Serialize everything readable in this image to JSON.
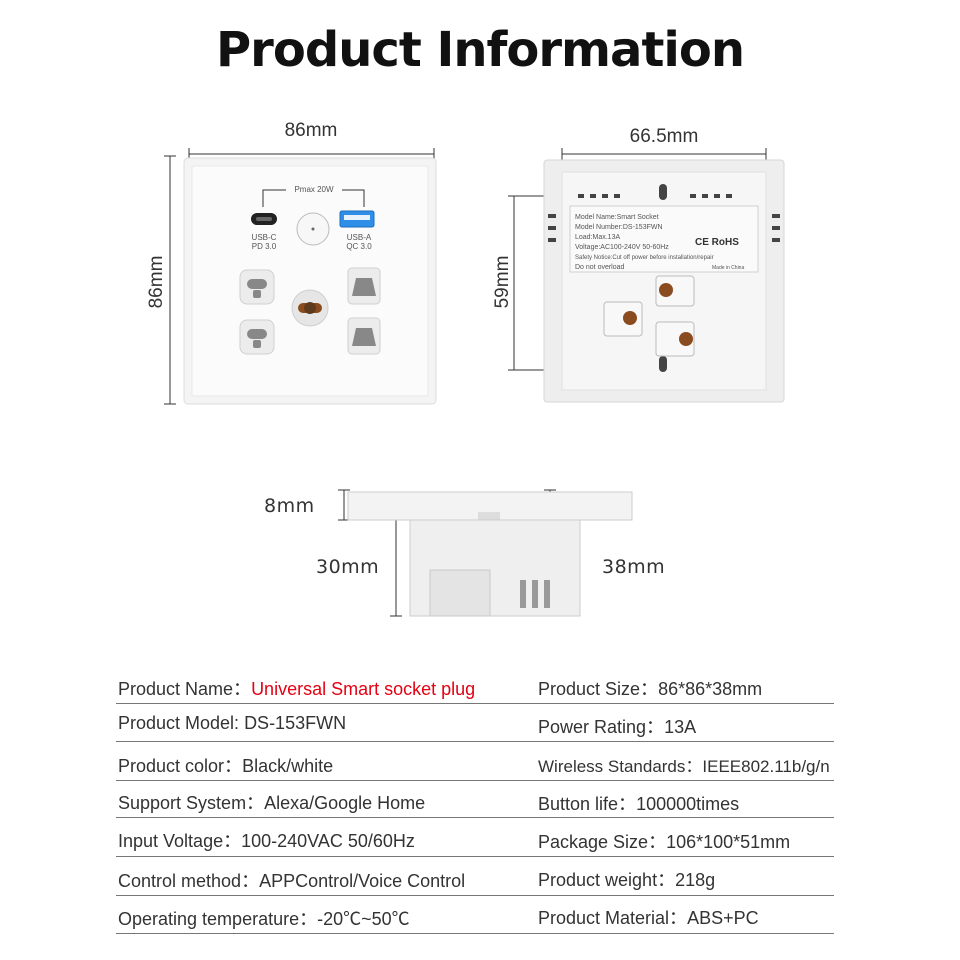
{
  "title": "Product Information",
  "dimensions": {
    "front_width": "86mm",
    "front_height": "86mm",
    "back_width": "66.5mm",
    "back_height": "59mm",
    "side_plate": "8mm",
    "side_body": "30mm",
    "side_total": "38mm"
  },
  "front_panel": {
    "pmax": "Pmax 20W",
    "usb_c_label": "USB-C",
    "usb_c_sub": "PD 3.0",
    "usb_a_label": "USB-A",
    "usb_a_sub": "QC 3.0",
    "usb_a_color": "#2f8fe8"
  },
  "back_label": {
    "line1": "Model Name:Smart Socket",
    "line2": "Model Number:DS-153FWN",
    "line3": "Load:Max.13A",
    "line4": "Voltage:AC100-240V 50-60Hz",
    "line5": "Safety Notice:Cut off power before installation/repair",
    "line6": "Do not overload",
    "made_in": "Made in China",
    "cert": "CE RoHS"
  },
  "specs": {
    "left": [
      {
        "label": "Product Name：",
        "value": "Universal Smart socket plug",
        "highlight": true
      },
      {
        "label": "Product Model: ",
        "value": "DS-153FWN"
      },
      {
        "label": "Product color：",
        "value": "Black/white"
      },
      {
        "label": "Support System：",
        "value": "Alexa/Google Home"
      },
      {
        "label": "Input Voltage：",
        "value": "100-240VAC 50/60Hz"
      },
      {
        "label": "Control method：",
        "value": "APPControl/Voice Control"
      },
      {
        "label": "Operating temperature：",
        "value": "-20℃~50℃"
      }
    ],
    "right": [
      {
        "label": "Product Size：",
        "value": "86*86*38mm"
      },
      {
        "label": "Power Rating：",
        "value": "13A"
      },
      {
        "label": "Wireless Standards：",
        "value": "IEEE802.11b/g/n"
      },
      {
        "label": "Button life：",
        "value": "100000times"
      },
      {
        "label": "Package Size：",
        "value": "106*100*51mm"
      },
      {
        "label": "Product weight：",
        "value": "218g"
      },
      {
        "label": "Product Material：",
        "value": "ABS+PC"
      }
    ],
    "highlight_color": "#e60012"
  }
}
